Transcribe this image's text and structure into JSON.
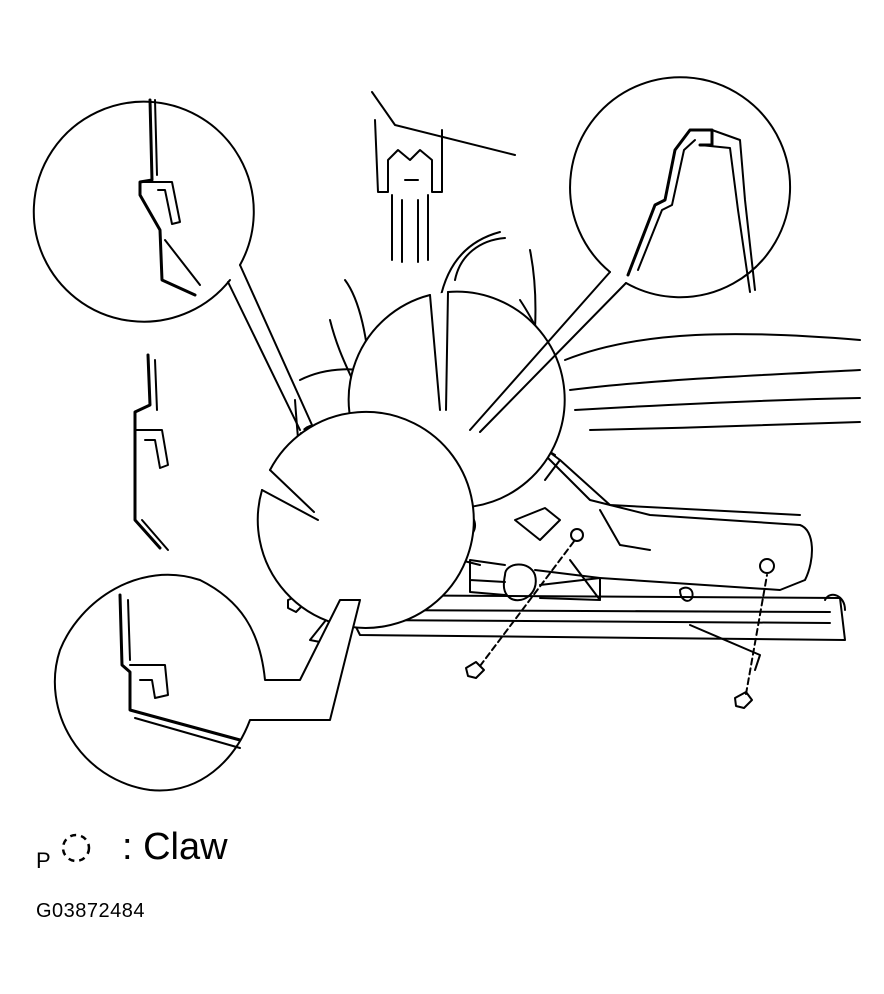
{
  "legend": {
    "prefix": "P",
    "symbol": "dashed-circle-icon",
    "label": "Claw"
  },
  "figure_code": "G03872484",
  "colors": {
    "line": "#000000",
    "background": "#ffffff"
  }
}
